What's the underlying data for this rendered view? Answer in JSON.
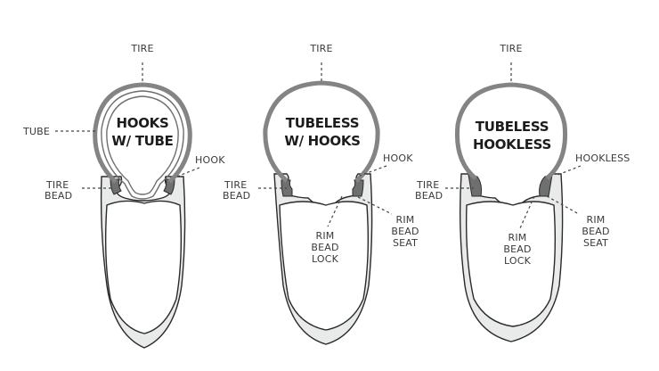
{
  "panels": [
    {
      "id": "hooks-with-tube",
      "title_lines": [
        "HOOKS",
        "W/ TUBE"
      ],
      "labels": {
        "tire": "TIRE",
        "tube": "TUBE",
        "hook": "HOOK",
        "tire_bead_1": "TIRE",
        "tire_bead_2": "BEAD"
      }
    },
    {
      "id": "tubeless-with-hooks",
      "title_lines": [
        "TUBELESS",
        "W/ HOOKS"
      ],
      "labels": {
        "tire": "TIRE",
        "hook": "HOOK",
        "tire_bead_1": "TIRE",
        "tire_bead_2": "BEAD",
        "rim_bead_seat": [
          "RIM",
          "BEAD",
          "SEAT"
        ],
        "rim_bead_lock": [
          "RIM",
          "BEAD",
          "LOCK"
        ]
      }
    },
    {
      "id": "tubeless-hookless",
      "title_lines": [
        "TUBELESS",
        "HOOKLESS"
      ],
      "labels": {
        "tire": "TIRE",
        "hookless": "HOOKLESS",
        "tire_bead_1": "TIRE",
        "tire_bead_2": "BEAD",
        "rim_bead_seat": [
          "RIM",
          "BEAD",
          "SEAT"
        ],
        "rim_bead_lock": [
          "RIM",
          "BEAD",
          "LOCK"
        ]
      }
    }
  ],
  "colors": {
    "tire": "#848484",
    "bead": "#6f6f6f",
    "rim_fill": "#e8ebe9",
    "outline": "#2a2a2a",
    "text": "#3a3a3a"
  }
}
